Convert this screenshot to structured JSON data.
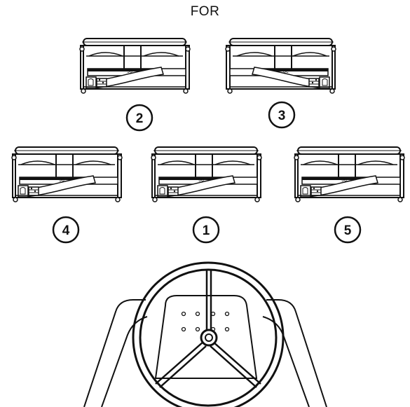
{
  "diagram": {
    "title": "FOR",
    "units": [
      {
        "id": "unit-2",
        "label": "2",
        "orientation": "left"
      },
      {
        "id": "unit-3",
        "label": "3",
        "orientation": "right"
      },
      {
        "id": "unit-4",
        "label": "4",
        "orientation": "left"
      },
      {
        "id": "unit-1",
        "label": "1",
        "orientation": "left"
      },
      {
        "id": "unit-5",
        "label": "5",
        "orientation": "left"
      }
    ],
    "icons": {
      "unit": "seat-belt-unit-icon",
      "steering": "steering-wheel-icon",
      "seat": "seat-icon"
    }
  }
}
